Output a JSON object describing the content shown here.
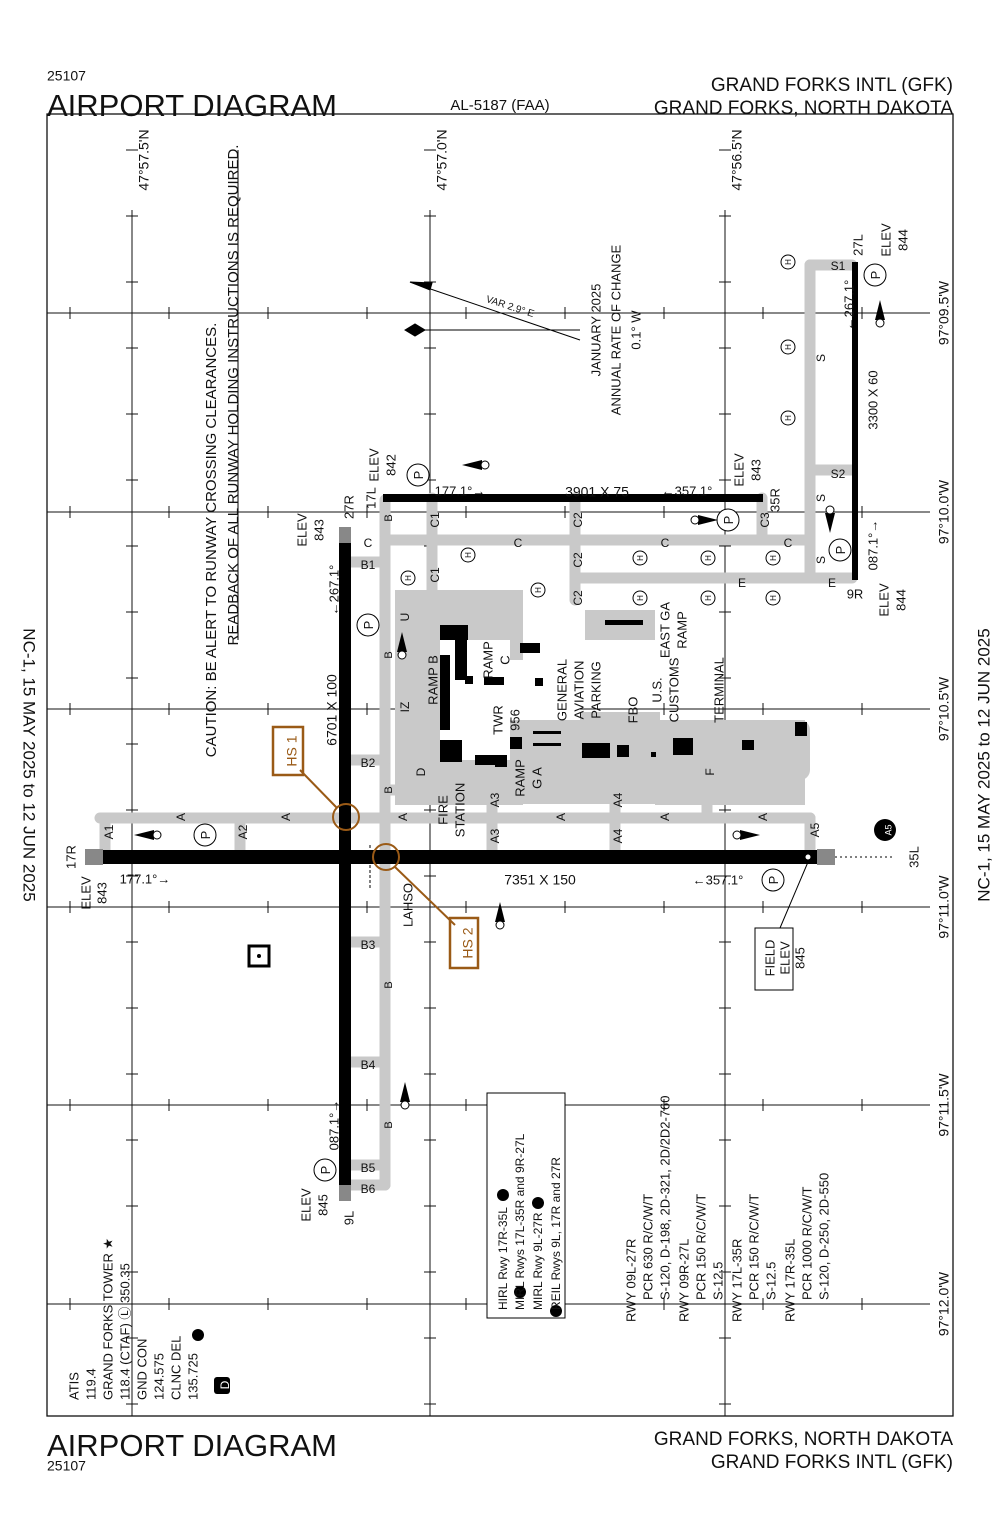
{
  "header": {
    "chart_number": "25107",
    "title": "AIRPORT DIAGRAM",
    "faa_number": "AL-5187 (FAA)",
    "airport_name": "GRAND FORKS INTL (GFK)",
    "city_state": "GRAND FORKS, NORTH DAKOTA"
  },
  "footer": {
    "chart_number": "25107",
    "title": "AIRPORT DIAGRAM",
    "airport_name": "GRAND FORKS INTL (GFK)",
    "city_state": "GRAND FORKS, NORTH DAKOTA"
  },
  "effective_left": "NC-1,  15 MAY 2025  to  12 JUN 2025",
  "effective_right": "NC-1,  15 MAY 2025  to  12 JUN 2025",
  "grid": {
    "lat": [
      "47°57.5'N",
      "47°57.0'N",
      "47°56.5'N"
    ],
    "lon": [
      "97°09.5'W",
      "97°10.0'W",
      "97°10.5'W",
      "97°11.0'W",
      "97°11.5'W",
      "97°12.0'W"
    ]
  },
  "caution": {
    "line1": "CAUTION: BE ALERT TO RUNWAY CROSSING CLEARANCES.",
    "line2": "READBACK OF ALL RUNWAY HOLDING INSTRUCTIONS IS REQUIRED."
  },
  "variation": {
    "label": "VAR 2.9° E",
    "note": [
      "JANUARY 2025",
      "ANNUAL RATE OF CHANGE",
      "0.1° W"
    ]
  },
  "runways": {
    "rwy_17r_35l": {
      "end1": "17R",
      "end2": "35L",
      "dims": "7351 X 150",
      "hdg1": "177.1°→",
      "hdg2": "←357.1°",
      "elev1": "843"
    },
    "rwy_9l_27r": {
      "end1": "9L",
      "end2": "27R",
      "dims": "6701 X 100",
      "hdg1": "087.1°→",
      "hdg2": "←267.1°",
      "elev1": "845",
      "elev2": "843"
    },
    "rwy_17l_35r": {
      "end1": "17L",
      "end2": "35R",
      "dims": "3901 X 75",
      "hdg1": "177.1°→",
      "hdg2": "←357.1°",
      "elev1": "842",
      "elev2": "843"
    },
    "rwy_9r_27l": {
      "end1": "9R",
      "end2": "27L",
      "dims": "3300 X 60",
      "hdg1": "087.1°→",
      "hdg2": "←267.1°",
      "elev1": "844",
      "elev2": "844"
    },
    "elev_label": "ELEV"
  },
  "field_elev": [
    "FIELD",
    "ELEV",
    "845"
  ],
  "hot_spots": [
    "HS 1",
    "HS 2"
  ],
  "lahso": "LAHSO",
  "taxiways": {
    "A": "A",
    "A1": "A1",
    "A2": "A2",
    "A3": "A3",
    "A4": "A4",
    "A5": "A5",
    "B": "B",
    "B1": "B1",
    "B2": "B2",
    "B3": "B3",
    "B4": "B4",
    "B5": "B5",
    "B6": "B6",
    "C": "C",
    "C1": "C1",
    "C2": "C2",
    "C3": "C3",
    "D": "D",
    "E": "E",
    "F": "F",
    "S": "S",
    "S1": "S1",
    "S2": "S2",
    "U": "U",
    "IZ": "IZ"
  },
  "facilities": {
    "ramp_b": "RAMP B",
    "ramp_c": [
      "RAMP",
      "C"
    ],
    "twr": [
      "TWR",
      "956"
    ],
    "ramp_ga": [
      "RAMP",
      "G A"
    ],
    "ga_parking": [
      "GENERAL",
      "AVIATION",
      "PARKING"
    ],
    "east_ga_ramp": [
      "EAST GA",
      "RAMP"
    ],
    "fbo": "FBO",
    "customs": [
      "U.S.",
      "CUSTOMS"
    ],
    "terminal": "TERMINAL",
    "fire_station": [
      "FIRE",
      "STATION"
    ],
    "asos": "A5"
  },
  "comms": [
    "ATIS",
    "119.4",
    "GRAND FORKS TOWER ★",
    "118.4 (CTAF) Ⓛ 350.35",
    "GND CON",
    "124.575",
    "CLNC DEL",
    "135.725"
  ],
  "d_symbol": "D",
  "lighting": [
    "HIRL Rwy 17R-35L",
    "MIRL Rwys 17L-35R and 9R-27L",
    "MIRL Rwy 9L-27R",
    "REIL Rwys 9L, 17R and 27R"
  ],
  "rwy_data": [
    "RWY 09L-27R",
    "PCR 630 R/C/W/T",
    "S-120, D-198, 2D-321, 2D/2D2-760",
    "RWY 09R-27L",
    "PCR 150 R/C/W/T",
    "S-12.5",
    "RWY 17L-35R",
    "PCR 150 R/C/W/T",
    "S-12.5",
    "RWY 17R-35L",
    "PCR 1000 R/C/W/T",
    "S-120, D-250, 2D-550"
  ],
  "colors": {
    "hot_spot": "#9a5a16",
    "taxiway": "#c9c9c9",
    "runway": "#000000"
  }
}
